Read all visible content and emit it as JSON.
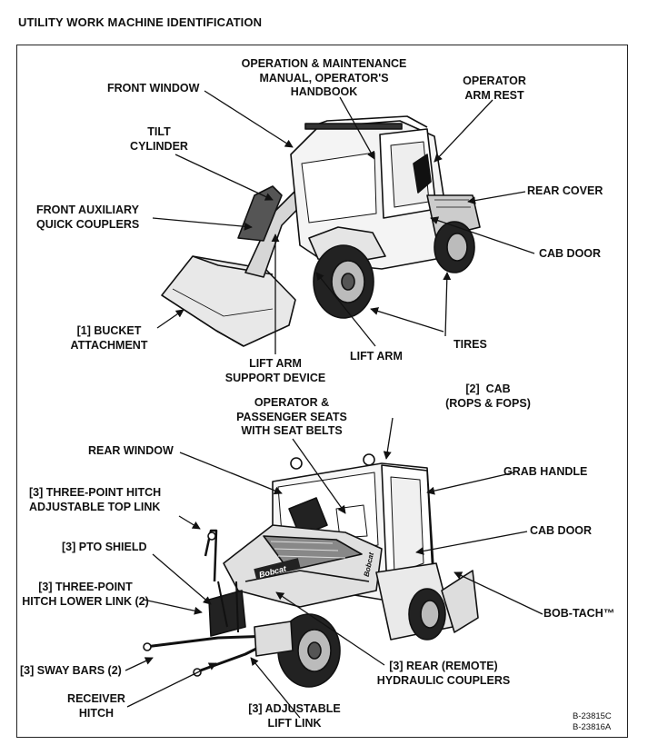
{
  "title": "UTILITY WORK MACHINE IDENTIFICATION",
  "labels": {
    "operation_manual": "OPERATION & MAINTENANCE\nMANUAL, OPERATOR'S\nHANDBOOK",
    "operator_arm_rest": "OPERATOR\nARM REST",
    "front_window": "FRONT WINDOW",
    "tilt_cylinder": "TILT\nCYLINDER",
    "rear_cover": "REAR COVER",
    "front_aux_couplers": "FRONT AUXILIARY\nQUICK COUPLERS",
    "cab_door_top": "CAB DOOR",
    "bucket_attachment": "[1] BUCKET\nATTACHMENT",
    "tires": "TIRES",
    "lift_arm": "LIFT ARM",
    "lift_arm_support": "LIFT ARM\nSUPPORT DEVICE",
    "cab_rops": "[2]  CAB\n(ROPS & FOPS)",
    "operator_seats": "OPERATOR &\nPASSENGER SEATS\nWITH SEAT BELTS",
    "rear_window": "REAR WINDOW",
    "grab_handle": "GRAB HANDLE",
    "top_link": "[3] THREE-POINT HITCH\nADJUSTABLE TOP LINK",
    "cab_door_bottom": "CAB DOOR",
    "pto_shield": "[3] PTO SHIELD",
    "lower_link": "[3] THREE-POINT\nHITCH LOWER LINK (2)",
    "bob_tach": "BOB-TACH™",
    "sway_bars": "[3] SWAY BARS (2)",
    "rear_couplers": "[3] REAR (REMOTE)\nHYDRAULIC COUPLERS",
    "receiver_hitch": "RECEIVER\nHITCH",
    "adjustable_lift_link": "[3] ADJUSTABLE\nLIFT LINK"
  },
  "figure_refs": "B-23815C\nB-23816A",
  "brand_text": "Bobcat"
}
